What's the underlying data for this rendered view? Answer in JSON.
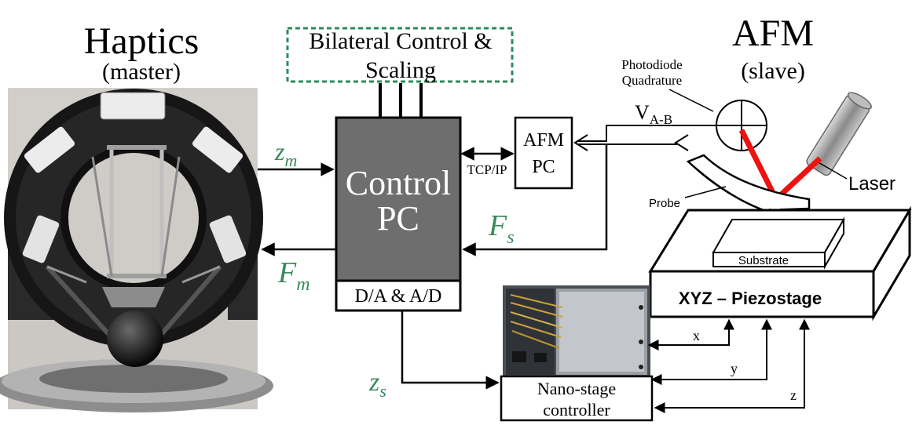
{
  "master": {
    "title": "Haptics",
    "subtitle": "(master)",
    "photo_icon": "haptic-device-photo"
  },
  "slave": {
    "title": "AFM",
    "subtitle": "(slave)"
  },
  "bilateral": {
    "line1": "Bilateral Control &",
    "line2": "Scaling"
  },
  "control_pc": {
    "line1": "Control",
    "line2": "PC",
    "io_label": "D/A & A/D"
  },
  "afm_pc": {
    "line1": "AFM",
    "line2": "PC"
  },
  "links": {
    "tcpip": "TCP/IP",
    "vab_main": "V",
    "vab_sub": "A-B"
  },
  "signals": {
    "zm_main": "z",
    "zm_sub": "m",
    "fm_main": "F",
    "fm_sub": "m",
    "fs_main": "F",
    "fs_sub": "s",
    "zs_main": "z",
    "zs_sub": "s"
  },
  "photodiode": {
    "line1": "Photodiode",
    "line2": "Quadrature"
  },
  "laser_label": "Laser",
  "probe_label": "Probe",
  "substrate_label": "Substrate",
  "piezostage_label": "XYZ – Piezostage",
  "nano_controller": {
    "line1": "Nano-stage",
    "line2": "controller",
    "photo_icon": "controller-hardware-photo"
  },
  "axes": {
    "x": "x",
    "y": "y",
    "z": "z"
  },
  "colors": {
    "signal_green": "#3a8a5a",
    "control_pc_fill": "#6e6e6e",
    "laser_red": "#ee1111",
    "bilateral_border": "#2e8b57"
  }
}
